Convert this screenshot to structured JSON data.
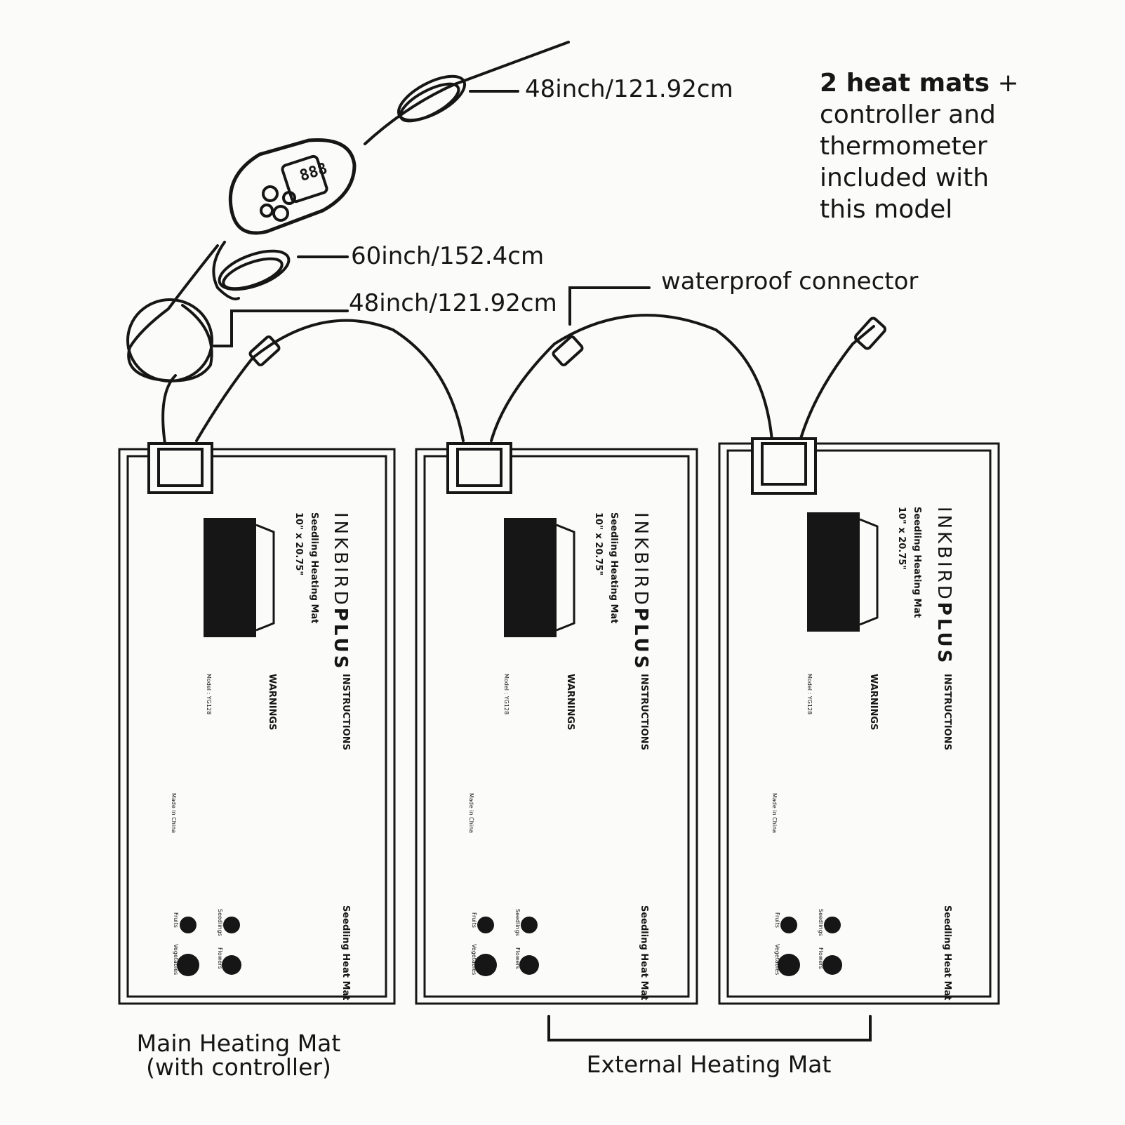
{
  "callouts": {
    "top_cable": "48inch/121.92cm",
    "middle_cable": "60inch/152.4cm",
    "lower_cable": "48inch/121.92cm",
    "connector": "waterproof connector"
  },
  "note": {
    "bold": "2 heat mats",
    "plus": " +",
    "line2": "controller and",
    "line3": "thermometer",
    "line4": "included with",
    "line5": "this model"
  },
  "captions": {
    "main_line1": "Main Heating Mat",
    "main_line2": "(with controller)",
    "external": "External Heating Mat"
  },
  "controller": {
    "display": "888"
  },
  "mats": [
    {
      "brand_thin": "INKBIRD",
      "brand_bold": "PLUS",
      "product": "Seedling Heating Mat",
      "size": "10\" x 20.75\"",
      "instructions": "INSTRUCTIONS",
      "warnings": "WARNINGS",
      "model": "Model : YG128",
      "made_in": "Made in China",
      "chart_title": "Seedling Heat Mat",
      "icons": [
        "Fruits",
        "Seedlings",
        "Vegetables",
        "Flowers"
      ]
    },
    {
      "brand_thin": "INKBIRD",
      "brand_bold": "PLUS",
      "product": "Seedling Heating Mat",
      "size": "10\" x 20.75\"",
      "instructions": "INSTRUCTIONS",
      "warnings": "WARNINGS",
      "model": "Model : YG128",
      "made_in": "Made in China",
      "chart_title": "Seedling Heat Mat",
      "icons": [
        "Fruits",
        "Seedlings",
        "Vegetables",
        "Flowers"
      ]
    },
    {
      "brand_thin": "INKBIRD",
      "brand_bold": "PLUS",
      "product": "Seedling Heating Mat",
      "size": "10\" x 20.75\"",
      "instructions": "INSTRUCTIONS",
      "warnings": "WARNINGS",
      "model": "Model : YG128",
      "made_in": "Made in China",
      "chart_title": "Seedling Heat Mat",
      "icons": [
        "Fruits",
        "Seedlings",
        "Vegetables",
        "Flowers"
      ]
    }
  ],
  "colors": {
    "ink": "#161616",
    "paper": "#fbfbf9"
  }
}
